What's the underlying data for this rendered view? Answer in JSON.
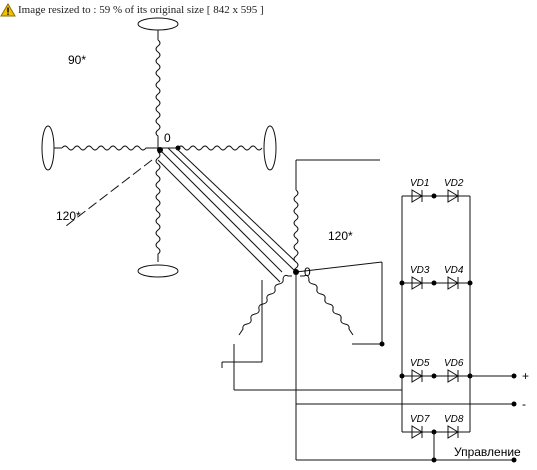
{
  "notice": {
    "icon": "warning-icon",
    "text": "Image resized to : 59 % of its original size [ 842 x 595 ]"
  },
  "labels": {
    "angle_90": "90*",
    "angle_120_left": "120*",
    "angle_120_right": "120*",
    "center_0_top": "0",
    "center_0_bottom": "0",
    "terminal_plus": "+",
    "terminal_minus": "-",
    "control": "Управление"
  },
  "diodes": [
    "VD1",
    "VD2",
    "VD3",
    "VD4",
    "VD5",
    "VD6",
    "VD7",
    "VD8"
  ],
  "colors": {
    "line": "#111111",
    "warning": "#f2c200"
  }
}
